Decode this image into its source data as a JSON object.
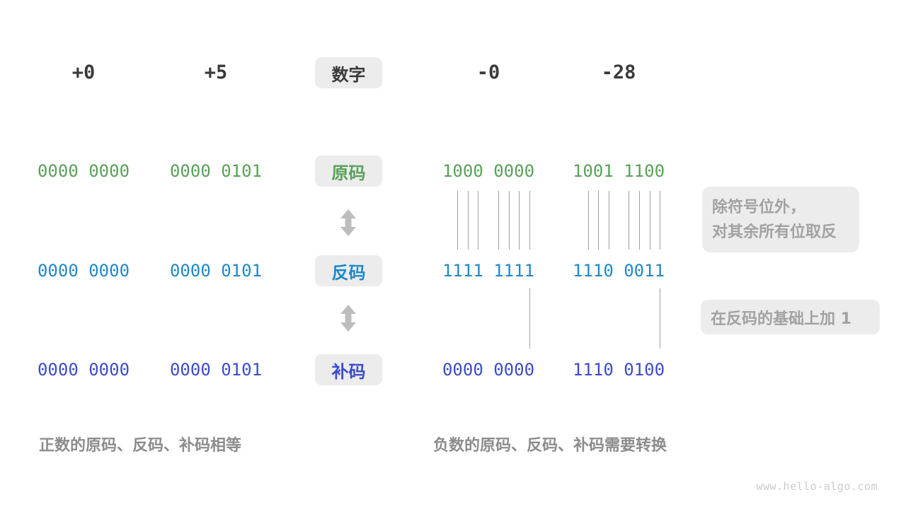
{
  "header": {
    "values": [
      "+0",
      "+5",
      "-0",
      "-28"
    ],
    "label": "数字"
  },
  "rows": [
    {
      "key": "sign-magnitude",
      "label": "原码",
      "values": [
        "0000 0000",
        "0000 0101",
        "1000 0000",
        "1001 1100"
      ]
    },
    {
      "key": "ones-complement",
      "label": "反码",
      "values": [
        "0000 0000",
        "0000 0101",
        "1111 1111",
        "1110 0011"
      ]
    },
    {
      "key": "twos-complement",
      "label": "补码",
      "values": [
        "0000 0000",
        "0000 0101",
        "0000 0000",
        "1110 0100"
      ]
    }
  ],
  "callouts": [
    {
      "lines": [
        "除符号位外，",
        "对其余所有位取反"
      ]
    },
    {
      "lines": [
        "在反码的基础上加 1"
      ]
    }
  ],
  "captions": {
    "positive": "正数的原码、反码、补码相等",
    "negative": "负数的原码、反码、补码需要转换"
  },
  "watermark": "www.hello-algo.com",
  "colors": {
    "sign_magnitude": "#5AA05A",
    "ones_complement": "#1F88C9",
    "twos_complement": "#3C4CC8",
    "header_text": "#3A3A3A",
    "box_bg": "#ECECEC",
    "annotation_text": "#A2A2A2",
    "caption_text": "#8C8C8C",
    "arrow": "#BDBDBD"
  }
}
